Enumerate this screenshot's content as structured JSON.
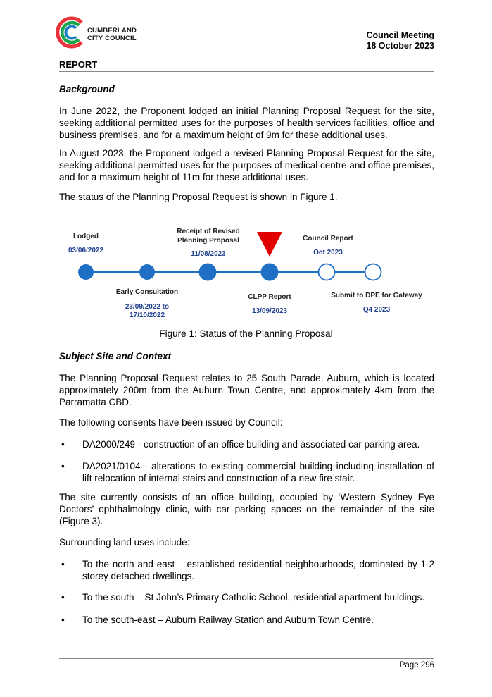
{
  "header": {
    "org_line1": "CUMBERLAND",
    "org_line2": "CITY COUNCIL",
    "meeting_line1": "Council Meeting",
    "meeting_line2": "18 October 2023",
    "section": "REPORT"
  },
  "background": {
    "heading": "Background",
    "p1": "In June 2022, the Proponent lodged an initial Planning Proposal Request for the site, seeking additional permitted uses for the purposes of health services facilities, office and business premises, and for a maximum height of 9m for these additional uses.",
    "p2": "In August 2023, the Proponent lodged a revised Planning Proposal Request for the site, seeking additional permitted uses for the purposes of medical centre and office premises, and for a maximum height of 11m for these additional uses.",
    "p3": "The status of the Planning Proposal Request is shown in Figure 1."
  },
  "timeline": {
    "above": [
      {
        "label": "Lodged",
        "date": "03/06/2022"
      },
      {
        "label1": "Receipt of Revised",
        "label2": "Planning Proposal",
        "date": "11/08/2023"
      },
      {
        "label": "Council Report",
        "date": "Oct 2023"
      }
    ],
    "below": [
      {
        "label": "Early Consultation",
        "date1": "23/09/2022 to",
        "date2": "17/10/2022"
      },
      {
        "label": "CLPP Report",
        "date": "13/09/2023"
      },
      {
        "label": "Submit to DPE for Gateway",
        "date": "Q4 2023"
      }
    ],
    "caption": "Figure 1: Status of the Planning Proposal",
    "colors": {
      "filled": "#1f6fc4",
      "line": "#1f6fc4",
      "marker": "#e00000",
      "date": "#1f3f8f"
    }
  },
  "site": {
    "heading": "Subject Site and Context",
    "p1": "The Planning Proposal Request relates to 25 South Parade, Auburn, which is located approximately 200m from the Auburn Town Centre, and approximately 4km from the Parramatta CBD.",
    "p2": "The following consents have been issued by Council:",
    "consents": [
      "DA2000/249 - construction of an office building and associated car parking area.",
      "DA2021/0104 - alterations to existing commercial building including installation of lift relocation of internal stairs and construction of a new fire stair."
    ],
    "p3": "The site currently consists of an office building, occupied by ‘Western Sydney Eye Doctors’ ophthalmology clinic, with car parking spaces on the remainder of the site (Figure 3).",
    "p4": "Surrounding land uses include:",
    "uses": [
      "To the north and east – established residential neighbourhoods, dominated by 1-2 storey detached dwellings.",
      "To the south – St John’s Primary Catholic School, residential apartment buildings.",
      "To the south-east – Auburn Railway Station and Auburn Town Centre."
    ],
    "bullet": "•"
  },
  "footer": {
    "page": "Page 296"
  }
}
